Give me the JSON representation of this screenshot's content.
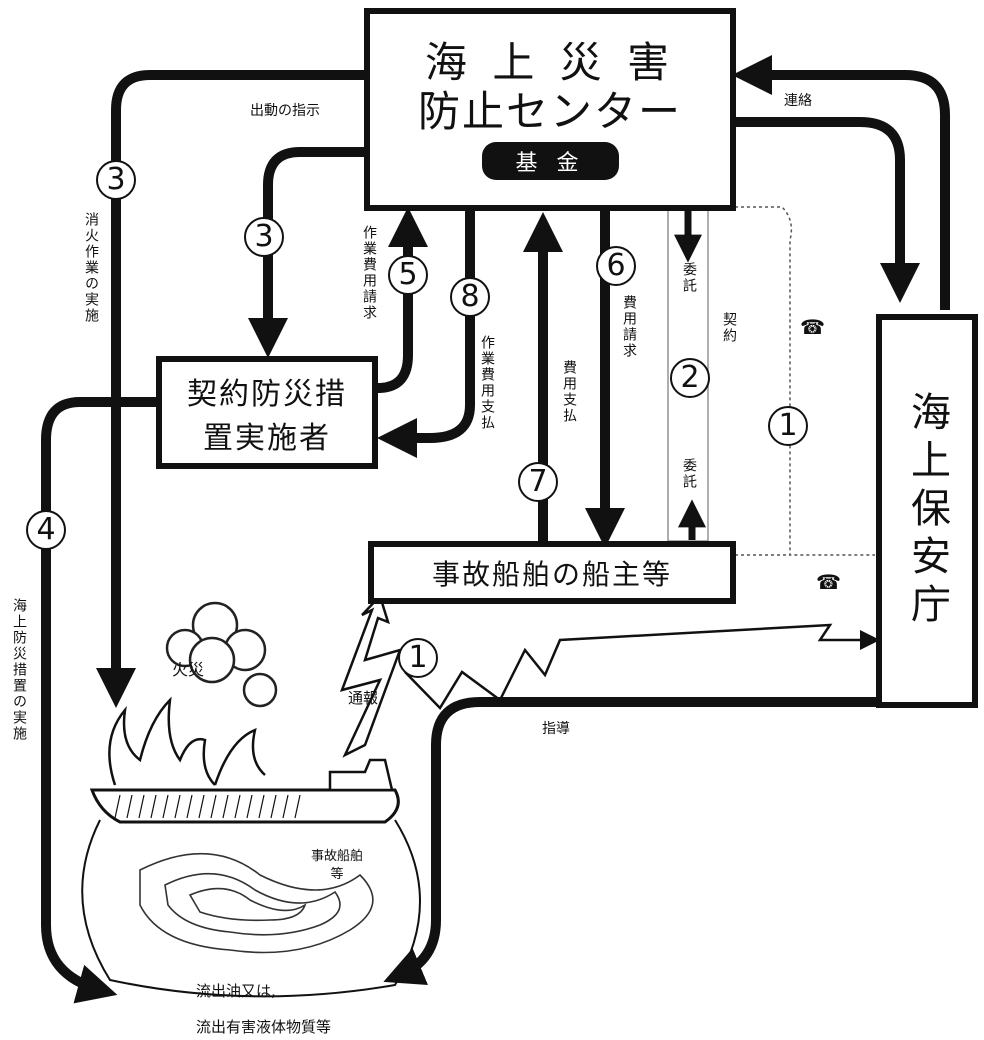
{
  "center": {
    "title_line1": "海 上 災 害",
    "title_line2": "防止センター",
    "fund": "基 金"
  },
  "contractor": {
    "line1": "契約防災措",
    "line2": "置実施者"
  },
  "coast_guard": {
    "name": "海上保安庁"
  },
  "shipowner": {
    "name": "事故船舶の船主等"
  },
  "labels": {
    "dispatch_instruction": "出動の指示",
    "firefighting": "消火作業の実施",
    "work_cost_claim": "作業費用請求",
    "work_cost_payment": "作業費用支払",
    "cost_claim": "費用請求",
    "cost_payment": "費用支払",
    "entrust_top": "委託",
    "entrust_bottom": "委託",
    "contract": "契約",
    "liaison": "連絡",
    "report": "通報",
    "guidance": "指導",
    "disaster_prevention": "海上防災措置の実施",
    "fire": "火災",
    "accident_ship": "事故船舶等",
    "spill_line1": "流出油又は,",
    "spill_line2": "流出有害液体物質等"
  },
  "steps": {
    "s1a": "1",
    "s1b": "1",
    "s2": "2",
    "s3a": "3",
    "s3b": "3",
    "s4": "4",
    "s5": "5",
    "s6": "6",
    "s7": "7",
    "s8": "8"
  },
  "icons": {
    "phone_top": "telephone-icon",
    "phone_bottom": "telephone-icon"
  }
}
